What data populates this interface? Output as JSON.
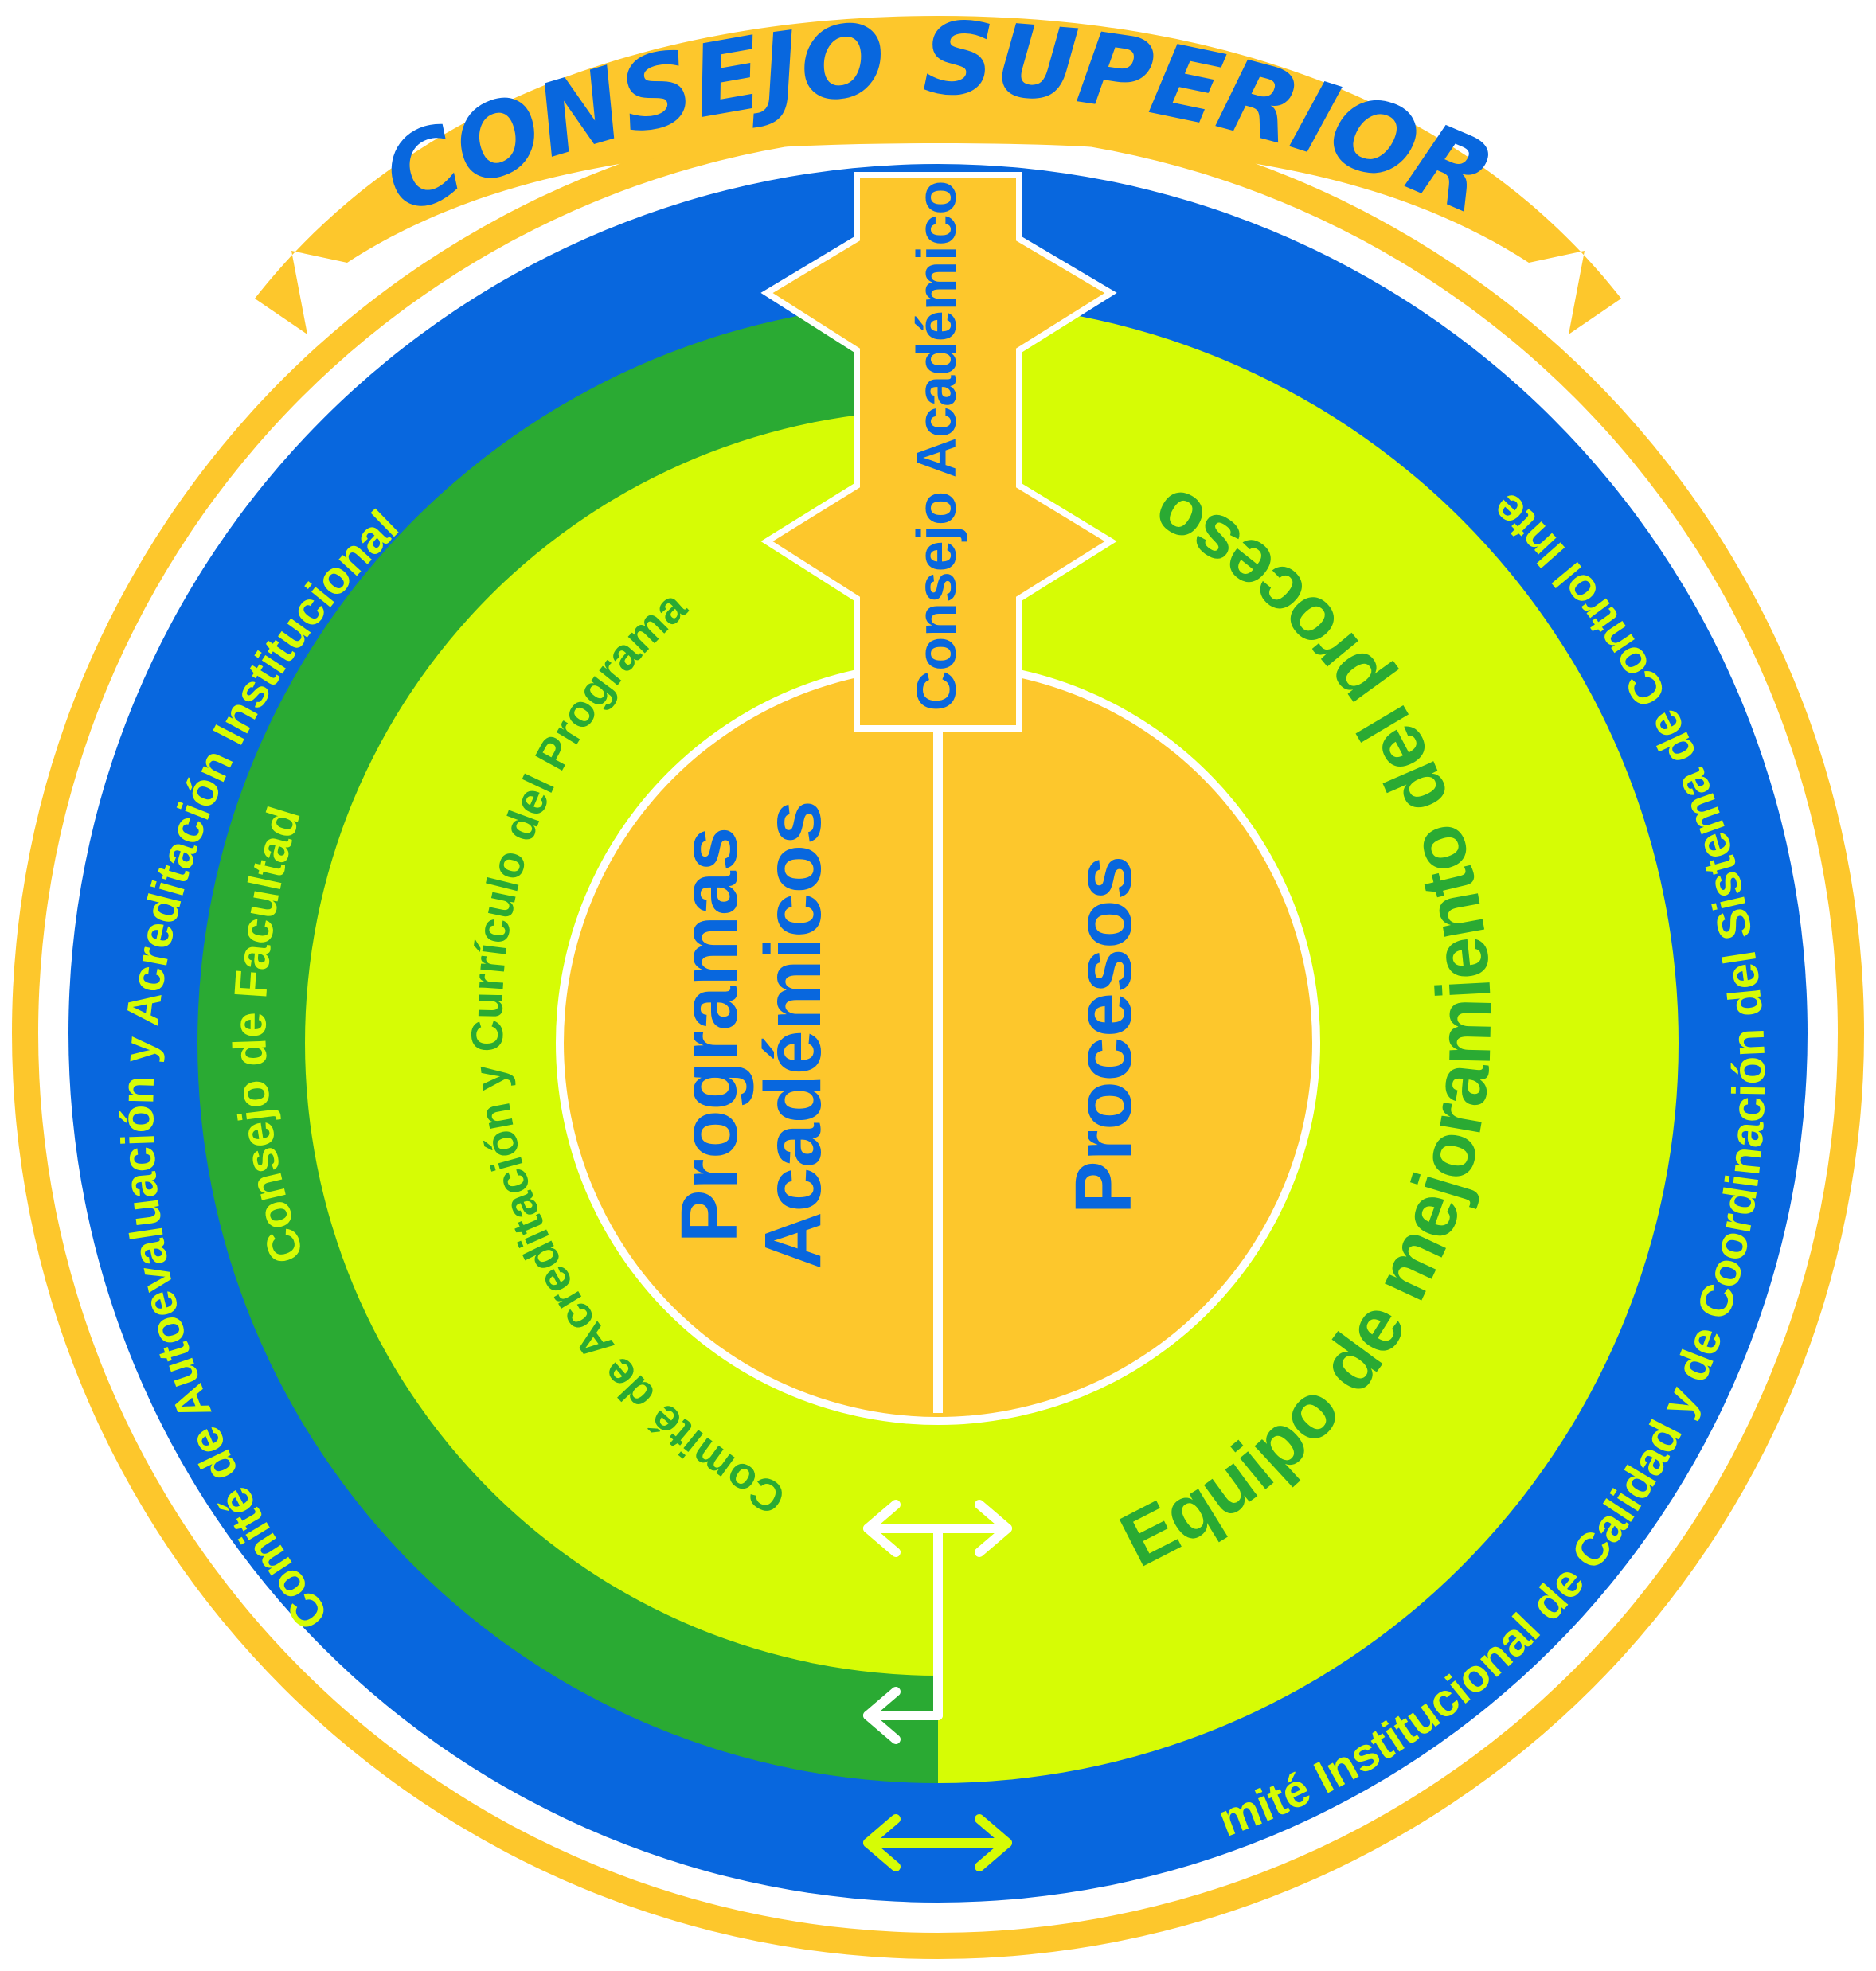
{
  "title": "CONSEJO SUPERIOR",
  "rings": {
    "outer_left": "Comité de Autoevaluación y Acreditación Institucional",
    "outer_right_bottom": "Comité Institucional de Calidad y de Coordinación del Sistema de Control Interno",
    "faculty": "Consejo de Facultad",
    "program": "Comité de Acreditación y Currículo del Programa",
    "process_team": "Equipo de mejoramiento del proceso"
  },
  "connector": "Consejo Académico",
  "core": {
    "left_line1": "Programas",
    "left_line2": "Académicos",
    "right": "Procesos"
  },
  "colors": {
    "gold": "#FDC72C",
    "blue": "#0867DE",
    "dark_green": "#2AAA33",
    "lime": "#D6FC05",
    "core": "#FDC72C",
    "white": "#FFFFFF"
  },
  "icons": [
    "double-arrow-icon",
    "bracket-arrows-icon",
    "arrowhead-icon"
  ]
}
